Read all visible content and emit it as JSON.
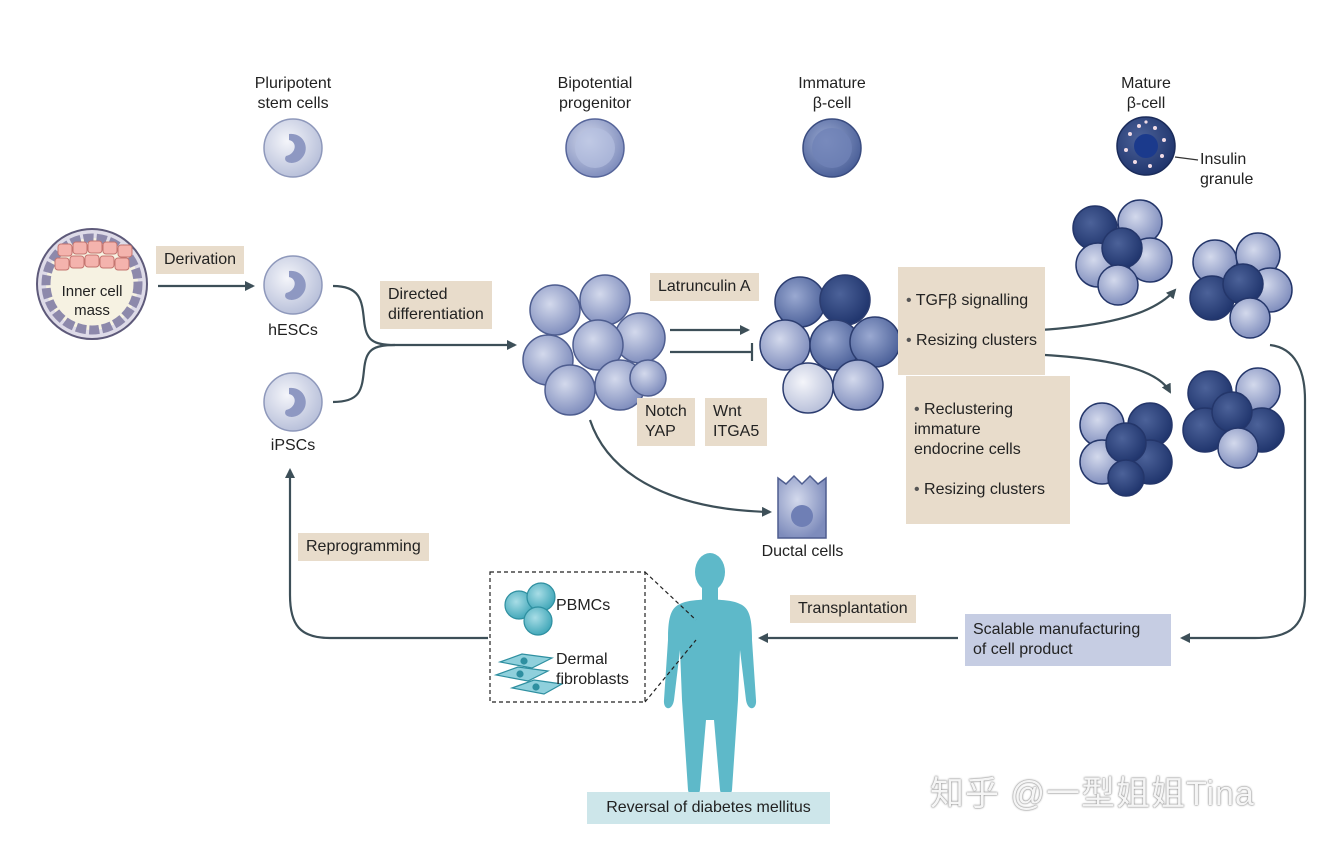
{
  "stages": {
    "pluripotent": "Pluripotent\nstem cells",
    "bipotential": "Bipotential\nprogenitor",
    "immature": "Immature\nβ-cell",
    "mature": "Mature\nβ-cell",
    "insulin_granule": "Insulin\ngranule"
  },
  "labels": {
    "inner_cell_mass": "Inner cell\nmass",
    "hescs": "hESCs",
    "ipscs": "iPSCs",
    "ductal_cells": "Ductal cells",
    "pbmcs": "PBMCs",
    "dermal_fibroblasts": "Dermal\nfibroblasts"
  },
  "boxes": {
    "derivation": "Derivation",
    "directed_differentiation": "Directed\ndifferentiation",
    "latrunculin": "Latrunculin A",
    "notch_yap": "Notch\nYAP",
    "wnt_itga5": "Wnt\nITGA5",
    "tgfb": [
      "TGFβ signalling",
      "Resizing clusters"
    ],
    "reclustering": [
      "Reclustering\nimmature\nendocrine cells",
      "Resizing clusters"
    ],
    "reprogramming": "Reprogramming",
    "transplantation": "Transplantation",
    "scalable": "Scalable manufacturing\nof cell product",
    "reversal": "Reversal of diabetes mellitus"
  },
  "watermark": "知乎 @一型姐姐Tina",
  "colors": {
    "arrow": "#3d4f58",
    "tan_box": "#e8dccb",
    "blue_box": "#c6cde3",
    "teal_box": "#cde6ea",
    "human": "#5eb9c9",
    "cell_light": "#dfe3f0",
    "cell_mid": "#a7b3d6",
    "cell_dark": "#2f4b86",
    "icm_pink": "#f4b3ad"
  }
}
